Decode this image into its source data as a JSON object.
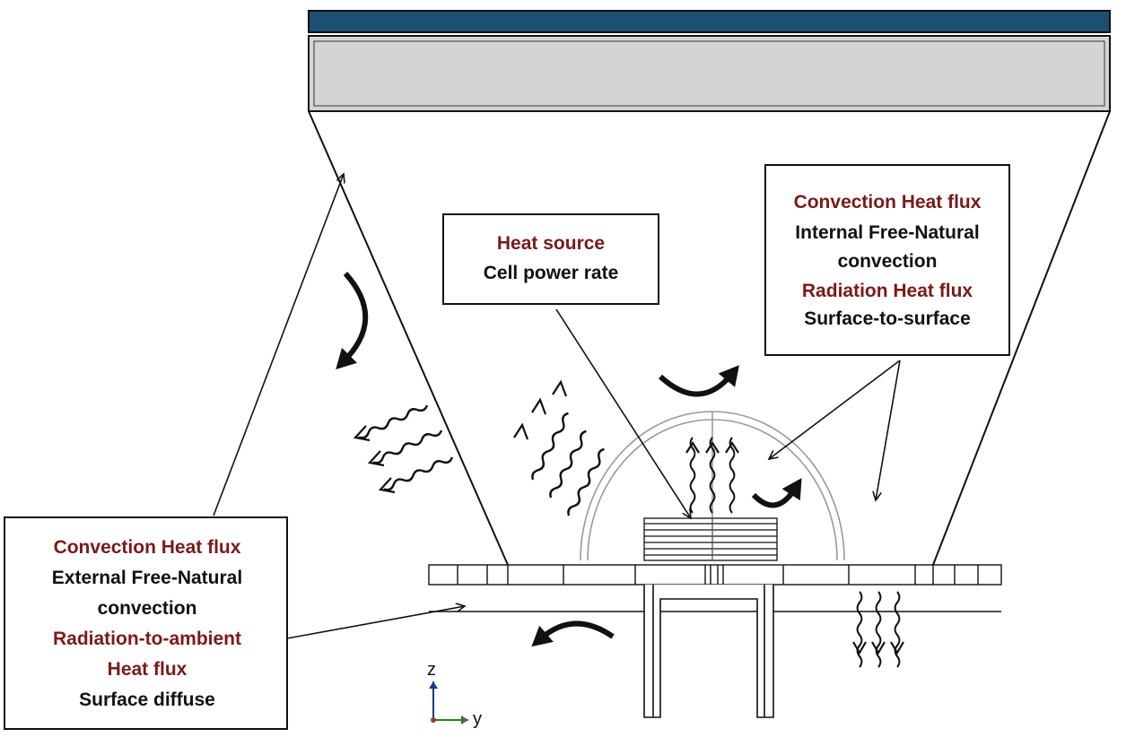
{
  "heat_source_box": {
    "title": "Heat source",
    "line1": "Cell power rate"
  },
  "internal_box": {
    "title1": "Convection Heat flux",
    "line1": "Internal Free-Natural",
    "line2": "convection",
    "title2": "Radiation Heat flux",
    "line3": "Surface-to-surface"
  },
  "external_box": {
    "title1": "Convection Heat flux",
    "line1": "External Free-Natural",
    "line2": "convection",
    "title2": "Radiation-to-ambient",
    "title3": "Heat flux",
    "line3": "Surface diffuse"
  },
  "axes": {
    "z_label": "z",
    "y_label": "y"
  },
  "colors": {
    "top_bar": "#1d4f73",
    "top_panel": "#d4d4d4",
    "title_text": "#7a1a1a",
    "body_text": "#111111",
    "axis_z": "#1a3a8a",
    "axis_y": "#2e7d32"
  }
}
